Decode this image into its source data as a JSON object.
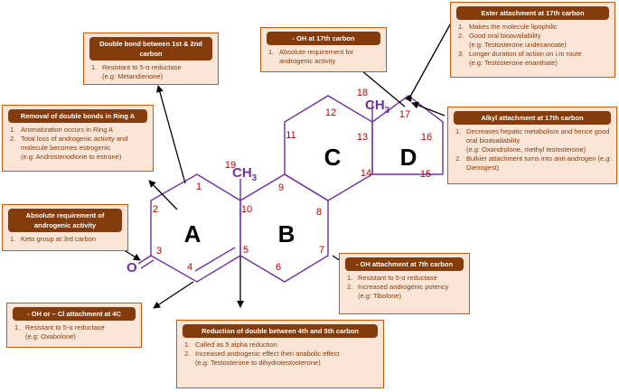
{
  "colors": {
    "box_bg": "#fbe5d6",
    "box_border": "#c55a11",
    "header_bg": "#843c0c",
    "list_text": "#843c0c",
    "ring_line": "#7030a0",
    "numbers": "#c00000"
  },
  "rings": {
    "A": "A",
    "B": "B",
    "C": "C",
    "D": "D"
  },
  "carbons": {
    "c1": "1",
    "c2": "2",
    "c3": "3",
    "c4": "4",
    "c5": "5",
    "c6": "6",
    "c7": "7",
    "c8": "8",
    "c9": "9",
    "c10": "10",
    "c11": "11",
    "c12": "12",
    "c13": "13",
    "c14": "14",
    "c15": "15",
    "c16": "16",
    "c17": "17",
    "c18": "18",
    "c19": "19"
  },
  "substituents": {
    "oxygen": "O",
    "ch3": "CH",
    "sub3": "3"
  },
  "boxes": {
    "double_bond": {
      "title": "Double bond between 1st & 2nd carbon",
      "items": [
        {
          "num": "1.",
          "text": "Resistant to 5-α reductase",
          "example": "(e.g: Metandienone)"
        }
      ]
    },
    "oh17": {
      "title": "- OH at 17th carbon",
      "items": [
        {
          "num": "1.",
          "text": "Absolute requirement for androgenic activity",
          "example": ""
        }
      ]
    },
    "ester": {
      "title": "Ester attachment at 17th carbon",
      "items": [
        {
          "num": "1.",
          "text": "Makes the molecule lipophilic",
          "example": ""
        },
        {
          "num": "2.",
          "text": "Good oral bioavailability",
          "example": "(e.g: Testosterone undecanoate)"
        },
        {
          "num": "3.",
          "text": "Longer duration of action on i.m route",
          "example": "(e.g: Testosterone enanthate)"
        }
      ]
    },
    "ring_a": {
      "title": "Removal of double bonds in Ring A",
      "items": [
        {
          "num": "1.",
          "text": "Aromatization occurs in Ring A",
          "example": ""
        },
        {
          "num": "2.",
          "text": "Total loss of androgenic activity and molecule becomes estrogenic",
          "example": "(e.g: Androstenodione to estrone)"
        }
      ]
    },
    "alkyl": {
      "title": "Alkyl attachment at 17th carbon",
      "items": [
        {
          "num": "1.",
          "text": "Decreases hepatic metabolism and hence good oral bioavailability",
          "example": "(e.g: Oxandrolone, methyl testosterone)"
        },
        {
          "num": "2.",
          "text": "Bulkier attachment turns into anti-androgen (e.g: Dienogest)",
          "example": ""
        }
      ]
    },
    "keto": {
      "title": "Absolute requirement of androgenic activity",
      "items": [
        {
          "num": "1.",
          "text": "Keto group at 3rd carbon",
          "example": ""
        }
      ]
    },
    "oh7": {
      "title": "- OH attachment at 7th carbon",
      "items": [
        {
          "num": "1.",
          "text": "Resistant to 5-α reductase",
          "example": ""
        },
        {
          "num": "2.",
          "text": "Increased androgenic potency",
          "example": "(e.g: Tibolone)"
        }
      ]
    },
    "oh4c": {
      "title": "- OH or – Cl attachment at 4C",
      "items": [
        {
          "num": "1.",
          "text": "Resistant to 5-α reductase",
          "example": "(e.g: Oxabolone)"
        }
      ]
    },
    "reduction": {
      "title": "Reduction of double between 4th and 5th carbon",
      "items": [
        {
          "num": "1.",
          "text": "Called as 5 alpha reduction",
          "example": ""
        },
        {
          "num": "2.",
          "text": "Increased androgenic effect then anabolic effect",
          "example": "(e.g: Testosterone to dihydrotestosterone)"
        }
      ]
    }
  }
}
